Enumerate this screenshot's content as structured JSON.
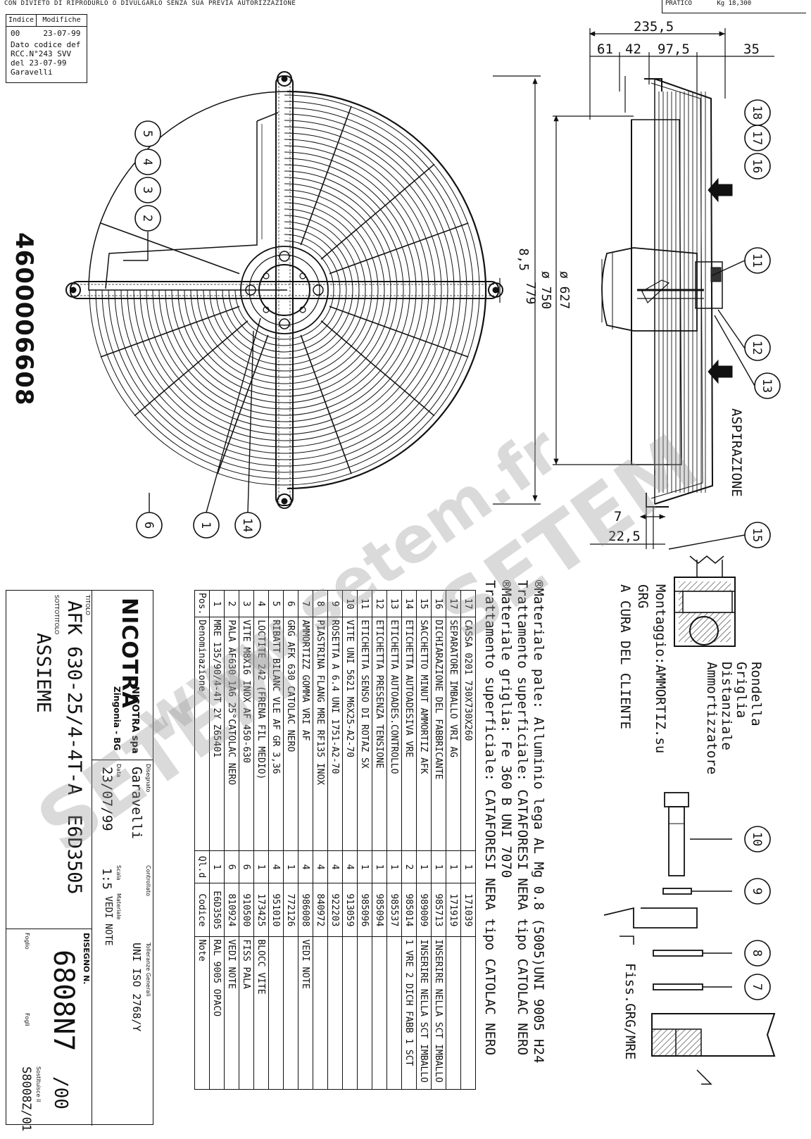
{
  "header": {
    "top_note": "CON DIVIETO DI RIPRODURLO O DIVULGARLO SENZA SUA PREVIA AUTORIZZAZIONE",
    "pratico_label": "PRATICO",
    "weight": "Kg 18,300"
  },
  "revisions": {
    "col_index": "Indice",
    "col_changes": "Modifiche",
    "index": "00",
    "date": "23-07-99",
    "lines": [
      "Dato codice def",
      "RCC.N°243   SVV",
      "del 23-07-99",
      "Garavelli"
    ]
  },
  "part_number": "4600006608",
  "dimensions": {
    "overall_depth": "235,5",
    "d1": "61",
    "d2": "42",
    "d3": "97,5",
    "d4": "35",
    "hole_offset": "8,5",
    "height": "779",
    "diam_blade": "ø 627",
    "diam_frame": "ø 750",
    "flange": "7",
    "flange_offset": "22,5"
  },
  "balloons": [
    "18",
    "17",
    "16",
    "11",
    "12",
    "13",
    "15",
    "5",
    "4",
    "3",
    "2",
    "6",
    "1",
    "14",
    "10",
    "9",
    "8",
    "7"
  ],
  "labels": {
    "aspirazione": "ASPIRAZIONE",
    "montaggio_1": "Montaggio:AMMORTIZ.su GRG",
    "montaggio_2": "A CURA DEL CLIENTE",
    "rondella": "Rondella",
    "griglia": "Griglia",
    "distanziale": "Distanziale",
    "ammortizzatore": "Ammortizzatore",
    "fiss": "Fiss.GRG/MRE"
  },
  "notes": [
    "®Materiale pale: Alluminio lega AL Mg 0.8 (5005)UNI 9005 H24",
    " Trattamento superficiale: CATAFORESI NERA tipo CATOLAC NERO",
    "®Materiale griglia: Fe 360 B  UNI 7070",
    " Trattamento superficiale: CATAFORESI NERA tipo CATOLAC NERO"
  ],
  "bom": {
    "headers": {
      "pos": "Pos.",
      "desc": "Denominazione",
      "qty": "Ql.d",
      "code": "Codice",
      "note": "Note"
    },
    "rows": [
      {
        "pos": "17",
        "desc": "CASSA 0201 730X730X260",
        "qty": "1",
        "code": "171039",
        "note": ""
      },
      {
        "pos": "17",
        "desc": "SEPARATORE IMBALLO VRI AG",
        "qty": "1",
        "code": "171919",
        "note": ""
      },
      {
        "pos": "16",
        "desc": "DICHIARAZIONE DEL FABBRICANTE",
        "qty": "1",
        "code": "985713",
        "note": "INSERIRE NELLA SCT IMBALLO"
      },
      {
        "pos": "15",
        "desc": "SACCHETTO MINUT AMMORTIZ AFK",
        "qty": "1",
        "code": "989009",
        "note": "INSERIRE NELLA SCT IMBALLO"
      },
      {
        "pos": "14",
        "desc": "ETICHETTA AUTOADESIVA VRE",
        "qty": "2",
        "code": "985014",
        "note": "1 VRE 2 DICH FABB 1 SCT"
      },
      {
        "pos": "13",
        "desc": "ETICHETTA AUTOADES.CONTROLLO",
        "qty": "1",
        "code": "985537",
        "note": ""
      },
      {
        "pos": "12",
        "desc": "ETICHETTA PRESENZA TENSIONE",
        "qty": "1",
        "code": "985094",
        "note": ""
      },
      {
        "pos": "11",
        "desc": "ETICHETTA SENSO DI ROTAZ SX",
        "qty": "1",
        "code": "985096",
        "note": ""
      },
      {
        "pos": "10",
        "desc": "VITE UNI 5621 M6X25-A2-70",
        "qty": "4",
        "code": "913059",
        "note": ""
      },
      {
        "pos": "9",
        "desc": "ROSETTA A 6.4 UNI 1751-A2-70",
        "qty": "4",
        "code": "922203",
        "note": ""
      },
      {
        "pos": "8",
        "desc": "PIASTRINA FLANG MRE RF135 INOX",
        "qty": "4",
        "code": "840972",
        "note": ""
      },
      {
        "pos": "7",
        "desc": "AMMORTIZZ GOMMA VRI AF",
        "qty": "4",
        "code": "986008",
        "note": "VEDI NOTE"
      },
      {
        "pos": "6",
        "desc": "GRG AFK 630 CATOLAC NERO",
        "qty": "1",
        "code": "772126",
        "note": ""
      },
      {
        "pos": "5",
        "desc": "RIBATT BILANC VLE AF GR 3,36",
        "qty": "4",
        "code": "951010",
        "note": ""
      },
      {
        "pos": "4",
        "desc": "LOCTITE 242 (FRENA FIL MEDIO)",
        "qty": "1",
        "code": "173425",
        "note": "BLOCC VITE"
      },
      {
        "pos": "3",
        "desc": "VITE M8X16 INOX AF 450-630",
        "qty": "6",
        "code": "910500",
        "note": "FISS PALA"
      },
      {
        "pos": "2",
        "desc": "PALA AF630 1A6 25°CATOLAC NERO",
        "qty": "6",
        "code": "810924",
        "note": "VEDI NOTE"
      },
      {
        "pos": "1",
        "desc": "MRE 135/90/4-4T 2Y Z65401",
        "qty": "1",
        "code": "E6D3505",
        "note": "RAL 9005 OPACO"
      }
    ]
  },
  "title_block": {
    "company": "NICOTRA",
    "company_full": "NICOTRA spa",
    "location": "Zingonia - BG",
    "titolo_label": "TITOLO",
    "titolo": "AFK 630-25/4-4T-A",
    "code": "E6D3505",
    "sottotitolo_label": "SOTTOTITOLO",
    "sottotitolo": "ASSIEME",
    "disegnato_label": "Disegnato",
    "disegnato": "Garavelli",
    "data_label": "Data",
    "data": "23/07/99",
    "controllato_label": "Controllato",
    "scala_label": "Scala",
    "scala": "1:5",
    "materiale_label": "Materiale",
    "materiale": "VEDI NOTE",
    "tolleranze_label": "Tolleranze Generali",
    "tolleranze": "UNI ISO 2768/Y",
    "disegno_label": "DISEGNO N.",
    "disegno": "6808N7",
    "revision": "/00",
    "foglio_label": "Foglio",
    "fogli_label": "Fogli",
    "sostituisce_label": "Sostituisce il",
    "sostituisce": "S8008Z/01"
  },
  "watermark": {
    "site": "www.setem.fr",
    "brand": "SETEM"
  }
}
